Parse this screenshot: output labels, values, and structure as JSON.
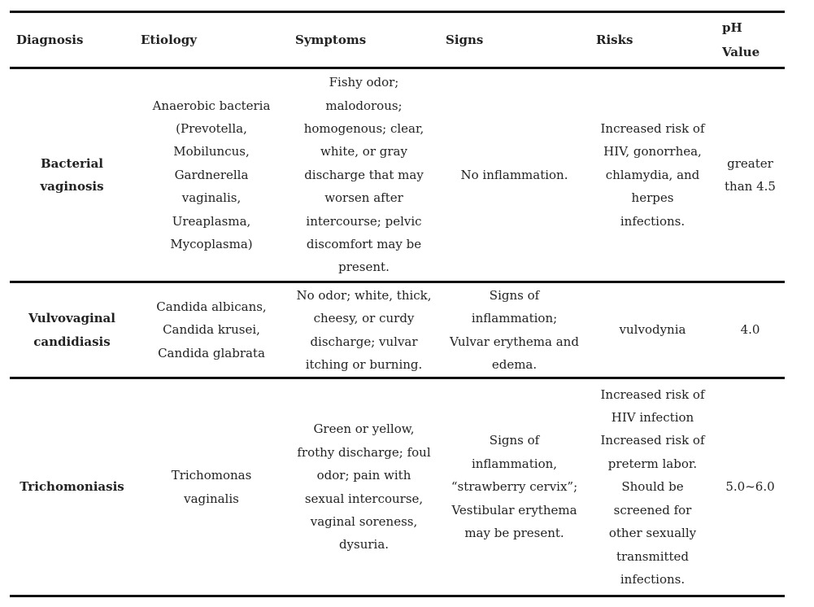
{
  "headers": [
    "Diagnosis",
    "Etiology",
    "Symptoms",
    "Signs",
    "Risks",
    "pH\nValue"
  ],
  "rows": [
    {
      "diagnosis": "Bacterial\nvaginosis",
      "etiology": "Anaerobic bacteria\n(Prevotella,\nMobiluncus,\nGardnerella\nvaginalis,\nUreaplasma,\nMycoplasma)",
      "symptoms": "Fishy odor;\nmalodorous;\nhomogenous; clear,\nwhite, or gray\ndischarge that may\nworsen after\nintercourse; pelvic\ndiscomfort may be\npresent.",
      "signs": "No inflammation.",
      "risks": "Increased risk of\nHIV, gonorrhea,\nchlamydia, and\nherpes\ninfections.",
      "ph": "greater\nthan 4.5"
    },
    {
      "diagnosis": "Vulvovaginal\ncandidiasis",
      "etiology": "Candida albicans,\nCandida krusei,\nCandida glabrata",
      "symptoms": "No odor; white, thick,\ncheesy, or curdy\ndischarge; vulvar\nitching or burning.",
      "signs": "Signs of\ninflammation;\nVulvar erythema and\nedema.",
      "risks": "vulvodynia",
      "ph": "4.0"
    },
    {
      "diagnosis": "Trichomoniasis",
      "etiology": "Trichomonas\nvaginalis",
      "symptoms": "Green or yellow,\nfrothy discharge; foul\nodor; pain with\nsexual intercourse,\nvaginal soreness,\ndysuria.",
      "signs": "Signs of\ninflammation,\n“strawberry cervix”;\nVestibular erythema\nmay be present.",
      "risks": "Increased risk of\nHIV infection\nIncreased risk of\npreterm labor.\nShould be\nscreened for\nother sexually\ntransmitted\ninfections.",
      "ph": "5.0~6.0"
    }
  ]
}
